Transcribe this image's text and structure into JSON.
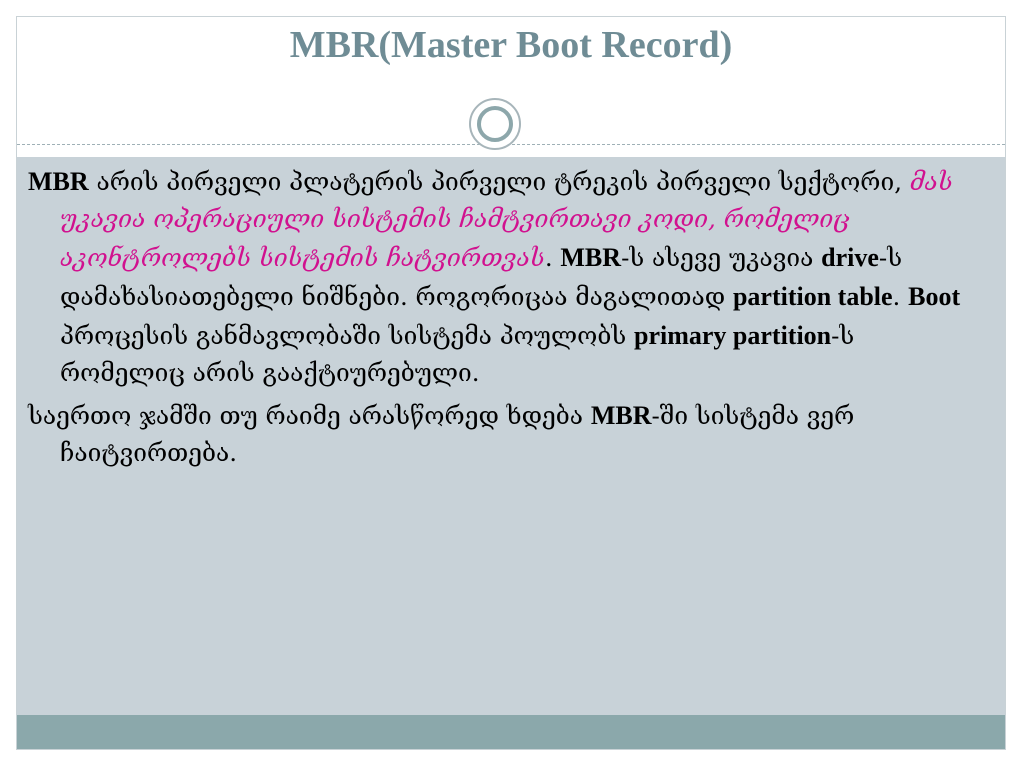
{
  "slide": {
    "title": "MBR(Master Boot Record)"
  },
  "paragraph1": {
    "t1_bold": "MBR",
    "t2": " არის პირველი პლატერის პირველი ტრეკის პირველი სექტორი, ",
    "t3_highlight": "მას უკავია ოპერაციული სისტემის ჩამტვირთავი კოდი, რომელიც აკონტროლებს სისტემის ჩატვირთვას",
    "t4": ". ",
    "t5_bold": "MBR",
    "t6": "-ს ასევე უკავია ",
    "t7_bold": "drive",
    "t8": "-ს დამახასიათებელი ნიშნები. როგორიცაა მაგალითად ",
    "t9_bold": "partition table",
    "t10": ". ",
    "t11_bold": "Boot",
    "t12": " პროცესის განმავლობაში სისტემა პოულობს ",
    "t13_bold": "primary partition",
    "t14": "-ს რომელიც არის გააქტიურებული."
  },
  "paragraph2": {
    "t1": "საერთო ჯამში თუ რაიმე არასწორედ ხდება ",
    "t2_bold": "MBR",
    "t3": "-ში სისტემა ვერ ჩაიტვირთება."
  },
  "colors": {
    "title": "#6f8c95",
    "content_background": "#c8d2d8",
    "footer_bar": "#8ba8ab",
    "highlight_text": "#d1118f"
  }
}
